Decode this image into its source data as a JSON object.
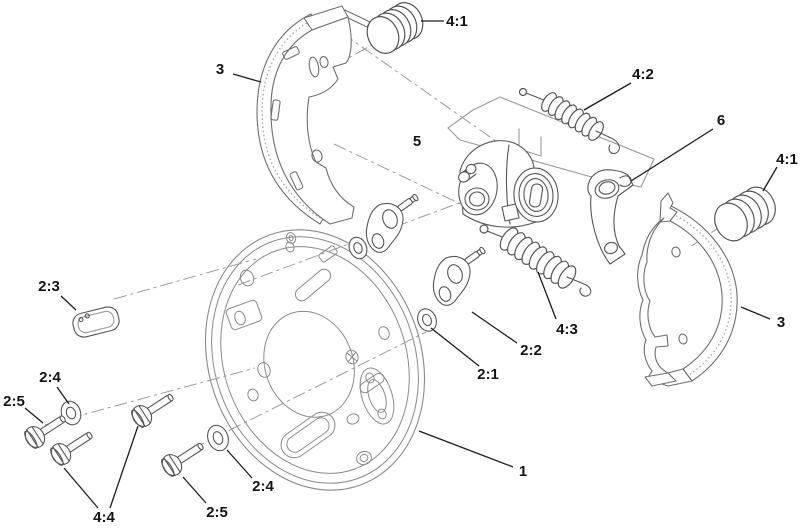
{
  "figure": {
    "type": "exploded-parts-diagram",
    "subject": "drum-brake-assembly",
    "background": "#ffffff",
    "line_color": "#6e6e6e",
    "plate_line_color": "#8a8a8a",
    "phantom_line_color": "#9b9b9b",
    "label_color": "#141414"
  },
  "callouts": [
    {
      "label": "3",
      "part": "brake-shoe-left"
    },
    {
      "label": "4:1",
      "part": "hold-down-spring-top"
    },
    {
      "label": "4:2",
      "part": "return-spring-upper"
    },
    {
      "label": "5",
      "part": "wheel-cylinder"
    },
    {
      "label": "6",
      "part": "parking-brake-lever"
    },
    {
      "label": "4:1",
      "part": "hold-down-spring-right"
    },
    {
      "label": "3",
      "part": "brake-shoe-right"
    },
    {
      "label": "4:3",
      "part": "return-spring-lower"
    },
    {
      "label": "2:2",
      "part": "adjuster-cam"
    },
    {
      "label": "2:1",
      "part": "cam-washer"
    },
    {
      "label": "1",
      "part": "brake-backing-plate"
    },
    {
      "label": "2:3",
      "part": "anchor-block"
    },
    {
      "label": "2:4",
      "part": "flat-washer-left"
    },
    {
      "label": "2:5",
      "part": "hex-bolt-left"
    },
    {
      "label": "4:4",
      "part": "hex-bolt-pair"
    },
    {
      "label": "2:4",
      "part": "flat-washer-bottom"
    },
    {
      "label": "2:5",
      "part": "hex-bolt-bottom"
    }
  ]
}
